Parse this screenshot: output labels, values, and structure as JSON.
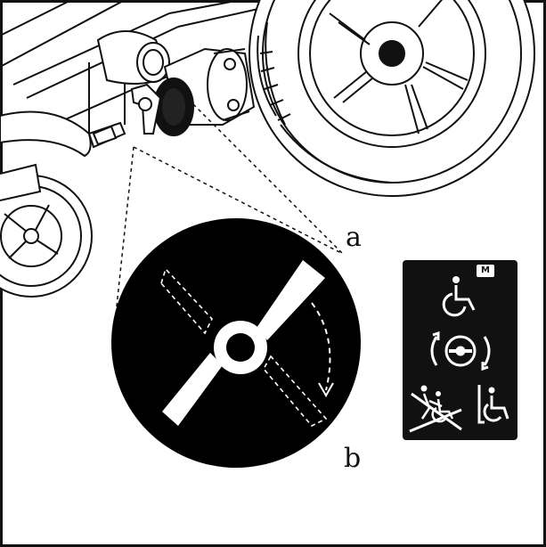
{
  "callouts": {
    "a": "a",
    "b": "b"
  },
  "pictogram_panel": {
    "mode_badge": "M",
    "icons": [
      "wheelchair-manual-mode-icon",
      "rotate-lever-icon",
      "no-pushing-on-slope-icon",
      "wheelchair-freewheel-icon"
    ]
  },
  "colors": {
    "line": "#111111",
    "background": "#ffffff",
    "inset_fill": "#000000"
  }
}
